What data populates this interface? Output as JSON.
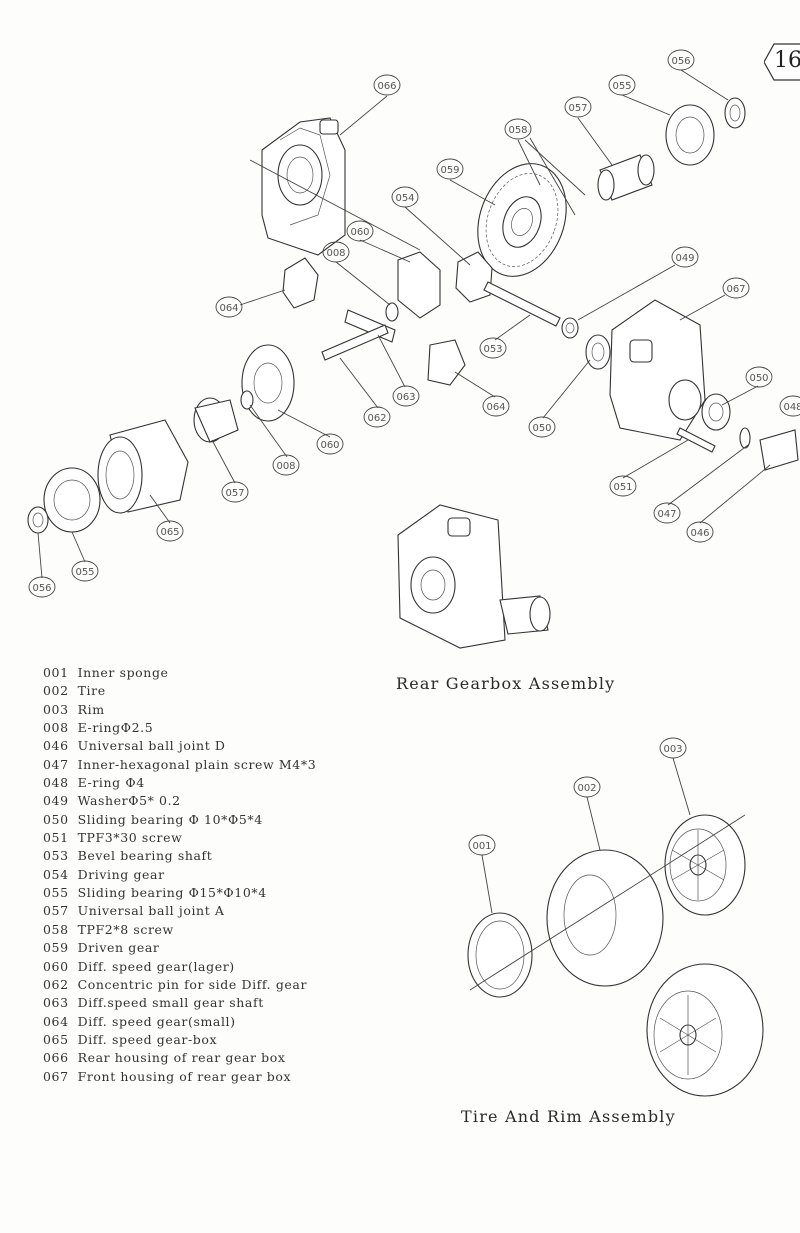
{
  "page": {
    "number": "16"
  },
  "sections": {
    "rear_gearbox": {
      "title": "Rear Gearbox Assembly"
    },
    "tire_rim": {
      "title": "Tire And Rim Assembly"
    }
  },
  "parts": [
    {
      "code": "001",
      "name": "Inner sponge"
    },
    {
      "code": "002",
      "name": "Tire"
    },
    {
      "code": "003",
      "name": "Rim"
    },
    {
      "code": "008",
      "name": "E-ringΦ2.5"
    },
    {
      "code": "046",
      "name": "Universal ball joint D"
    },
    {
      "code": "047",
      "name": "Inner-hexagonal plain screw M4*3"
    },
    {
      "code": "048",
      "name": "E-ring Φ4"
    },
    {
      "code": "049",
      "name": "WasherΦ5* 0.2"
    },
    {
      "code": "050",
      "name": "Sliding bearing Φ 10*Φ5*4"
    },
    {
      "code": "051",
      "name": "TPF3*30 screw"
    },
    {
      "code": "053",
      "name": "Bevel bearing shaft"
    },
    {
      "code": "054",
      "name": "Driving gear"
    },
    {
      "code": "055",
      "name": "Sliding bearing Φ15*Φ10*4"
    },
    {
      "code": "057",
      "name": "Universal ball joint A"
    },
    {
      "code": "058",
      "name": "TPF2*8 screw"
    },
    {
      "code": "059",
      "name": "Driven gear"
    },
    {
      "code": "060",
      "name": "Diff. speed gear(lager)"
    },
    {
      "code": "062",
      "name": "Concentric pin for side Diff. gear"
    },
    {
      "code": "063",
      "name": "Diff.speed small gear shaft"
    },
    {
      "code": "064",
      "name": "Diff. speed gear(small)"
    },
    {
      "code": "065",
      "name": "Diff. speed gear-box"
    },
    {
      "code": "066",
      "name": "Rear housing of rear gear box"
    },
    {
      "code": "067",
      "name": "Front housing of rear gear box"
    }
  ],
  "callouts": {
    "c056a": "056",
    "c055a": "055",
    "c057a": "057",
    "c058": "058",
    "c066": "066",
    "c059": "059",
    "c054": "054",
    "c060a": "060",
    "c008a": "008",
    "c049": "049",
    "c067": "067",
    "c064a": "064",
    "c053": "053",
    "c063": "063",
    "c062": "062",
    "c064b": "064",
    "c050a": "050",
    "c050b": "050",
    "c048": "048",
    "c060b": "060",
    "c008b": "008",
    "c057b": "057",
    "c051": "051",
    "c047": "047",
    "c046": "046",
    "c065": "065",
    "c055b": "055",
    "c056b": "056",
    "c003": "003",
    "c002": "002",
    "c001": "001"
  }
}
